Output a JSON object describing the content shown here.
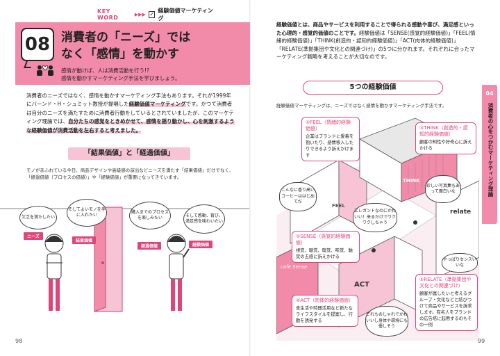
{
  "left_page": {
    "keyword": {
      "label": "KEY WORD",
      "arrows": "▶▶▶",
      "check": "✓",
      "text": "経験価値マーケティング"
    },
    "chapter_number": "08",
    "title_line1": "消費者の「ニーズ」では",
    "title_line2": "なく「感情」を動かす",
    "subtitle_line1": "感情が動けば、人は消費活動を行う!?",
    "subtitle_line2": "感情を動かすマーケティング手法を学びましょう。",
    "body": {
      "p1": "消費者のニーズではなく、感情を動かすマーケティング手法もあります。それが1999年にバーンド・H・シュミット教授が提唱した",
      "p1_hl": "経験価値マーケティング",
      "p2": "です。かつて消費者は自分のニーズを満たすために消費者行動をしているとされていましたが、このマーケティング理論では、",
      "p2_hl": "自分たちの感覚をときめかせて、感情を揺り動かし、心を刺激するような経験価値が消費活動を左右すると考えました。"
    },
    "section_title": "「結果価値」と「経過価値」",
    "section_desc_line1": "モノがあふれている今日、商品デザインや高級感の演出などニーズを満たす「結果価値」だけでなく、",
    "section_desc_line2": "「経過価値（プロセスの価値）」や「経験価値」が重要になってきています。",
    "illustration": {
      "bubble1": "欠乏を満たしたい",
      "bubble2": "そしてよいモノを手に入れたい",
      "bubble3": "購入までのプロセスを楽しみたい",
      "bubble4": "そして感動、育び、満足感を味わいたい",
      "tag_needs": "ニーズ",
      "tag_result": "結果価値",
      "tag_process": "経過価値",
      "tag_experience": "経験価値"
    },
    "page_number": "98"
  },
  "right_page": {
    "body": {
      "b1": "経験価値とは、商品やサービスを利用することで得られる感動や喜び、満足感といった心理的・感覚的価値のことです。",
      "t1": "経験価値は「SENSE(感覚的経験価値)」「FEEL(情緒的経験価値)」「THINK(創造的・認知的経験価値)」「ACT(肉体的経験価値)」「RELATE(準拠集団や文化との関連づけ)」の5つに分かれます。それぞれに合ったマーケティング戦略を考えることが大切なのです。"
    },
    "section_title": "5つの経験価値",
    "section_desc": "経験価値マーケティングは、ニーズではなく感情を動かすマーケティング手法です。",
    "side_tab": {
      "number": "04",
      "text": "消費者の心をつかむマーケティング理論"
    },
    "callouts": {
      "feel_title": "②FEEL（情緒的経験価値）",
      "feel_body": "企業はブランドに愛着を抱いたり、感情移入したりできるよう訴えかけます",
      "think_title": "③THINK（創造的・認知的経験価値）",
      "think_body": "顧客の知性や好奇心に訴えかける",
      "sense_title": "①SENSE（感覚的経験価値）",
      "sense_body": "視覚、聴覚、嗅覚、味覚、触覚の五感に訴えかける",
      "act_title": "④ACT（肉体的経験価値）",
      "act_body": "食生活や時間活用など新たなライフスタイルを提案し、行動を誘発する",
      "relate_title": "⑤RELATE（準拠集団や文化との関連づけ）",
      "relate_body": "顧客が属したいと考えるグループ・文化などと結びつけて商品やサービスを訴求します。有名人をブランドの広告塔に起用するのもその一例"
    },
    "bubbles": {
      "b1": "こんなに香り高いコーヒーははじめてだ",
      "b2": "エレガントなのにかわいい！来るだけでワクワクしちゃう",
      "b3": "珍しい写真集もあって面白いな",
      "b4": "やっぱりセンスいいな",
      "b5": "どれもおしゃれでかわいいし身体や環境にも優しそう"
    },
    "shop_signs": {
      "feel": "FEEL",
      "act": "ACT",
      "relate": "relate",
      "cafe": "cafe Sense",
      "think": "THINK"
    },
    "page_number": "99"
  }
}
